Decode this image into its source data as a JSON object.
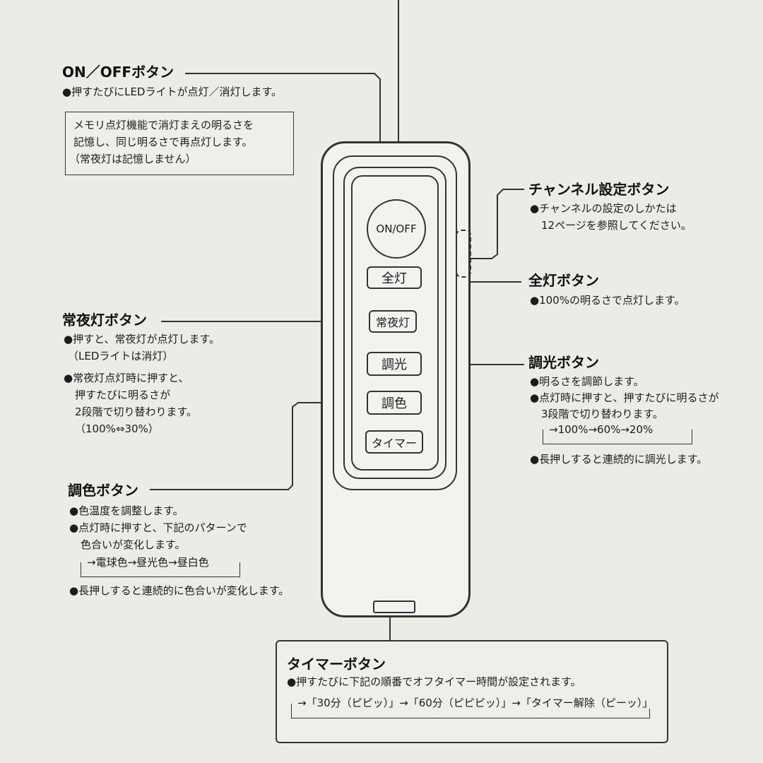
{
  "on_off": {
    "title": "ON／OFFボタン",
    "desc": "●押すたびにLEDライトが点灯／消灯します。",
    "note": [
      "メモリ点灯機能で消灯まえの明るさを",
      "記憶し、同じ明るさで再点灯します。",
      "（常夜灯は記憶しません）"
    ]
  },
  "channel": {
    "title": "チャンネル設定ボタン",
    "desc": [
      "●チャンネルの設定のしかたは",
      "12ページを参照してください。"
    ]
  },
  "zentou": {
    "title": "全灯ボタン",
    "desc": "●100%の明るさで点灯します。"
  },
  "joyatou": {
    "title": "常夜灯ボタン",
    "desc1": [
      "●押すと、常夜灯が点灯します。",
      "（LEDライトは消灯）"
    ],
    "desc2": [
      "●常夜灯点灯時に押すと、",
      "押すたびに明るさが",
      "2段階で切り替わります。",
      "（100%⇔30%）"
    ]
  },
  "chouko": {
    "title": "調光ボタン",
    "desc": [
      "●明るさを調節します。",
      "●点灯時に押すと、押すたびに明るさが",
      "3段階で切り替わります。"
    ],
    "cycle": "→100%→60%→20%",
    "long_press": "●長押しすると連続的に調光します。"
  },
  "choushoku": {
    "title": "調色ボタン",
    "desc": [
      "●色温度を調整します。",
      "●点灯時に押すと、下記のパターンで",
      "色合いが変化します。"
    ],
    "cycle": "→電球色→昼光色→昼白色",
    "long_press": "●長押しすると連続的に色合いが変化します。"
  },
  "timer": {
    "title": "タイマーボタン",
    "desc": "●押すたびに下記の順番でオフタイマー時間が設定されます。",
    "cycle": "→「30分（ピピッ）」→「60分（ピピピッ）」→「タイマー解除（ピーッ）」"
  },
  "remote": {
    "btn_onoff": "ON/OFF",
    "btn_zentou": "全灯",
    "btn_joyatou": "常夜灯",
    "btn_chouko": "調光",
    "btn_choushoku": "調色",
    "btn_timer": "タイマー"
  }
}
